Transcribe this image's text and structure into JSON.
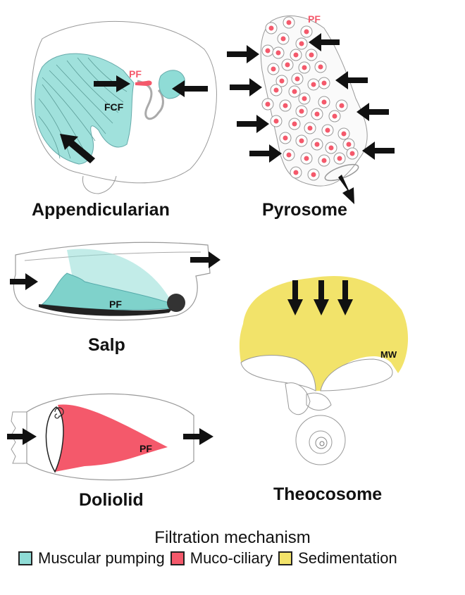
{
  "colors": {
    "muscular": "#8fdcd6",
    "mucociliary": "#f4596b",
    "sedimentation": "#f2e36a",
    "pf_label": "#f4596b",
    "arrow": "#111111",
    "outline": "#8a8a8a"
  },
  "panels": {
    "appendicularian": {
      "title": "Appendicularian",
      "labels": {
        "pf": "PF",
        "fcf": "FCF"
      }
    },
    "pyrosome": {
      "title": "Pyrosome",
      "labels": {
        "pf": "PF"
      }
    },
    "salp": {
      "title": "Salp",
      "labels": {
        "pf": "PF"
      }
    },
    "doliolid": {
      "title": "Doliolid",
      "labels": {
        "pf": "PF"
      }
    },
    "theocosome": {
      "title": "Theocosome",
      "labels": {
        "mw": "MW"
      }
    }
  },
  "legend": {
    "title": "Filtration mechanism",
    "items": [
      {
        "label": "Muscular pumping",
        "color": "#8fdcd6"
      },
      {
        "label": "Muco-ciliary",
        "color": "#f4596b"
      },
      {
        "label": "Sedimentation",
        "color": "#f2e36a"
      }
    ]
  }
}
